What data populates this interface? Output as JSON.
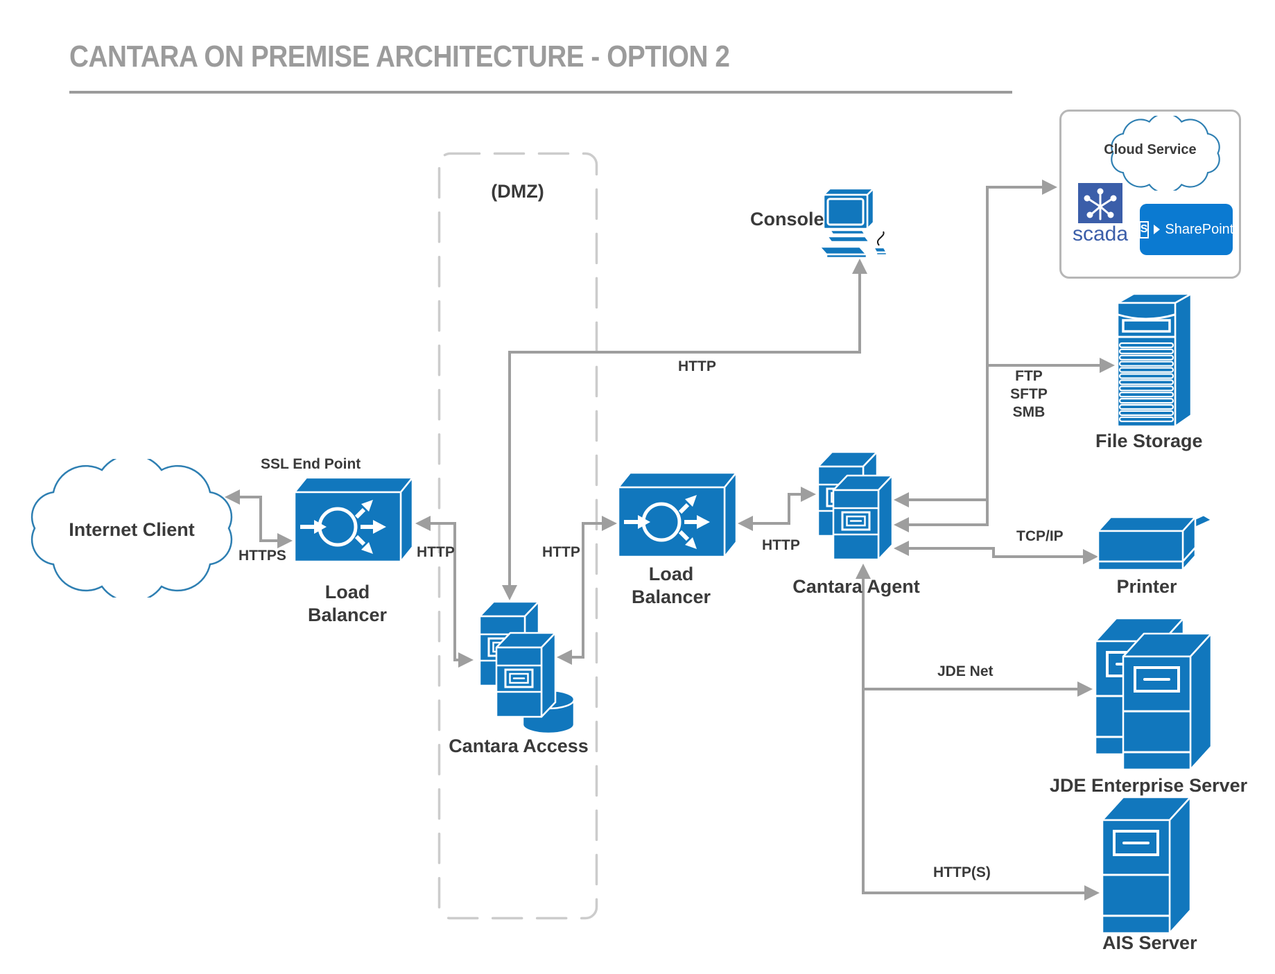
{
  "title": {
    "text": "CANTARA ON PREMISE ARCHITECTURE - OPTION 2"
  },
  "zones": {
    "dmz": {
      "label": "(DMZ)"
    }
  },
  "nodes": {
    "internet_client": {
      "label": "Internet Client"
    },
    "load_balancer_1": {
      "line1": "Load",
      "line2": "Balancer",
      "annotation": "SSL End Point"
    },
    "cantara_access": {
      "label": "Cantara Access"
    },
    "console": {
      "label": "Console"
    },
    "load_balancer_2": {
      "line1": "Load",
      "line2": "Balancer"
    },
    "cantara_agent": {
      "label": "Cantara Agent"
    },
    "cloud_service": {
      "label": "Cloud Service",
      "scada_label": "scada",
      "sharepoint_label": "SharePoint",
      "sharepoint_initial": "S"
    },
    "file_storage": {
      "label": "File Storage"
    },
    "printer": {
      "label": "Printer"
    },
    "jde_enterprise_server": {
      "label": "JDE Enterprise Server"
    },
    "ais_server": {
      "label": "AIS Server"
    }
  },
  "connections": {
    "internet_to_lb1": {
      "label": "HTTPS"
    },
    "lb1_to_access": {
      "label": "HTTP"
    },
    "access_to_console": {
      "label": "HTTP"
    },
    "access_to_lb2": {
      "label": "HTTP"
    },
    "lb2_to_agent": {
      "label": "HTTP"
    },
    "agent_to_file_storage": {
      "labels": [
        "FTP",
        "SFTP",
        "SMB"
      ]
    },
    "agent_to_printer": {
      "label": "TCP/IP"
    },
    "agent_to_jde": {
      "label": "JDE Net"
    },
    "agent_to_ais": {
      "label": "HTTP(S)"
    }
  },
  "colors": {
    "node_blue": "#1177bd",
    "line_gray": "#9e9e9e",
    "label_dark": "#3a3a3a",
    "title_gray": "#9b9b9b",
    "dmz_dash": "#cccccc",
    "cloud_stroke": "#2e7fb2",
    "scada_blue": "#3b5ea9",
    "sharepoint_blue": "#0b7ad1"
  }
}
